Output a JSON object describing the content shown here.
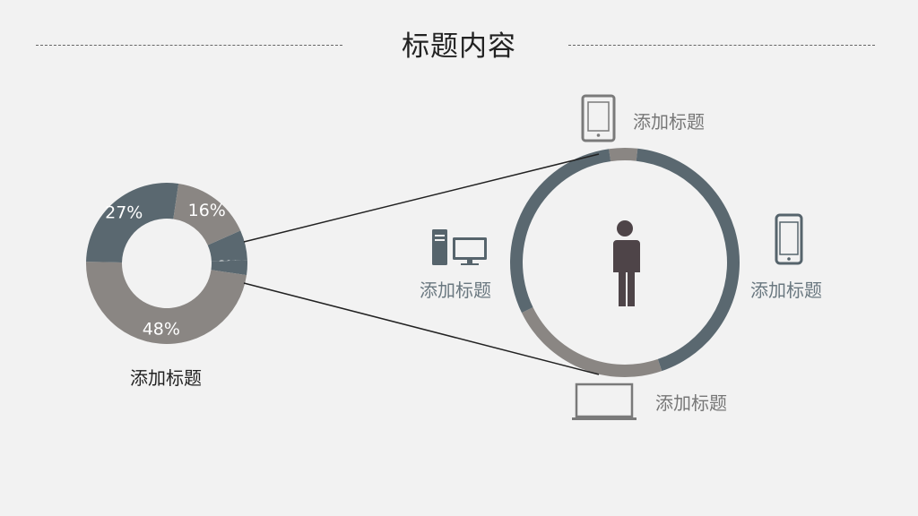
{
  "title": "标题内容",
  "small_chart": {
    "caption": "添加标题"
  },
  "big_chart": {
    "labels": {
      "tablet": "添加标题",
      "desktop": "添加标题",
      "phone": "添加标题",
      "laptop": "添加标题"
    }
  },
  "colors": {
    "slate": "#5a6870",
    "gray": "#8a8683",
    "person": "#4e4448",
    "icon": "#7a7a7a"
  },
  "chart_data": [
    {
      "type": "pie",
      "variant": "donut",
      "slices": [
        {
          "label": "6%",
          "value": 6,
          "color": "#5a6870"
        },
        {
          "label": "3%",
          "value": 3,
          "color": "#5a6870"
        },
        {
          "label": "48%",
          "value": 48,
          "color": "#8a8683"
        },
        {
          "label": "27%",
          "value": 27,
          "color": "#5a6870"
        },
        {
          "label": "16%",
          "value": 16,
          "color": "#8a8683"
        }
      ]
    },
    {
      "type": "pie",
      "variant": "ring",
      "slices": [
        {
          "value": 4,
          "color": "#8a8683"
        },
        {
          "value": 43,
          "color": "#5a6870"
        },
        {
          "value": 23,
          "color": "#8a8683"
        },
        {
          "value": 30,
          "color": "#5a6870"
        }
      ]
    }
  ]
}
